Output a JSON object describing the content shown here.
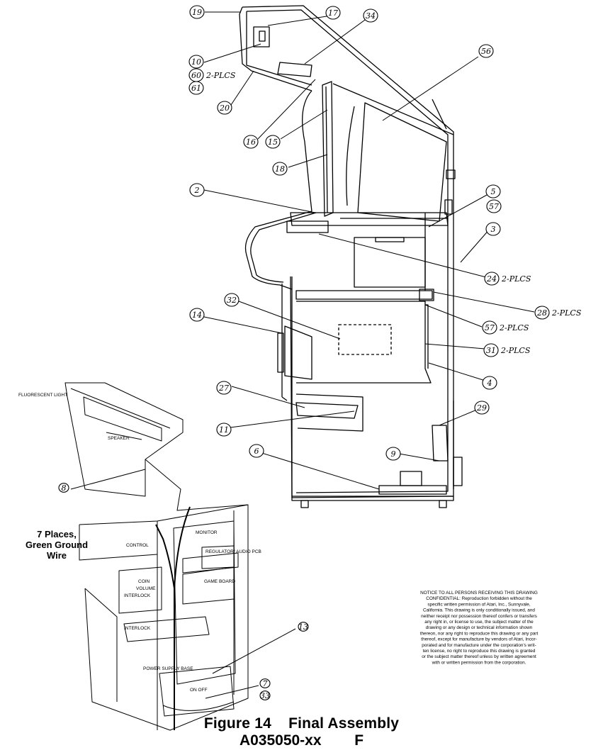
{
  "caption": {
    "line1": "Figure 14    Final Assembly",
    "line2": "A035050-xx        F"
  },
  "callouts": [
    {
      "id": "c19",
      "label": "19"
    },
    {
      "id": "c17",
      "label": "17"
    },
    {
      "id": "c34",
      "label": "34"
    },
    {
      "id": "c56",
      "label": "56"
    },
    {
      "id": "c10",
      "label": "10"
    },
    {
      "id": "c60",
      "label": "60",
      "note": "2-PLCS"
    },
    {
      "id": "c61",
      "label": "61"
    },
    {
      "id": "c20",
      "label": "20"
    },
    {
      "id": "c16",
      "label": "16"
    },
    {
      "id": "c15",
      "label": "15"
    },
    {
      "id": "c18",
      "label": "18"
    },
    {
      "id": "c2",
      "label": "2"
    },
    {
      "id": "c5",
      "label": "5"
    },
    {
      "id": "c57a",
      "label": "57"
    },
    {
      "id": "c3",
      "label": "3"
    },
    {
      "id": "c24",
      "label": "24",
      "note": "2-PLCS"
    },
    {
      "id": "c28",
      "label": "28",
      "note": "2-PLCS"
    },
    {
      "id": "c32",
      "label": "32"
    },
    {
      "id": "c14",
      "label": "14"
    },
    {
      "id": "c57b",
      "label": "57",
      "note": "2-PLCS"
    },
    {
      "id": "c31",
      "label": "31",
      "note": "2-PLCS"
    },
    {
      "id": "c4",
      "label": "4"
    },
    {
      "id": "c27",
      "label": "27"
    },
    {
      "id": "c11",
      "label": "11"
    },
    {
      "id": "c29",
      "label": "29"
    },
    {
      "id": "c6",
      "label": "6"
    },
    {
      "id": "c9",
      "label": "9"
    },
    {
      "id": "c8",
      "label": "8"
    },
    {
      "id": "c13",
      "label": "13"
    },
    {
      "id": "c7",
      "label": "7"
    },
    {
      "id": "c33",
      "label": "33"
    }
  ],
  "ground_wire_label": {
    "line1": "7 Places,",
    "line2": "Green Ground",
    "line3": "Wire"
  },
  "detail_labels": {
    "fluorescent": "FLUORESCENT LIGHT",
    "speaker": "SPEAKER",
    "monitor": "MONITOR",
    "control": "CONTROL",
    "coin": "COIN",
    "volume": "VOLUME",
    "interlock": "INTERLOCK",
    "interlock2": "INTERLOCK",
    "regulator": "REGULATOR/ AUDIO PCB",
    "game_board": "GAME BOARD",
    "power_supply": "POWER SUPPLY BASE",
    "on_off": "ON OFF"
  },
  "notice": {
    "lines": [
      "NOTICE TO ALL PERSONS RECEIVING THIS DRAWING",
      "CONFIDENTIAL: Reproduction forbidden without the",
      "specific written permission of Atari, Inc., Sunnyvale,",
      "California. This drawing is only conditionally issued, and",
      "neither receipt nor possession thereof confers or transfers",
      "any right in, or license to use, the subject matter of the",
      "drawing or any design or technical information shown",
      "thereon, nor any right to reproduce this drawing or any part",
      "thereof, except for manufacture by vendors of Atari, Incor-",
      "porated and for manufacture under the corporation's writ-",
      "ten license, no right to reproduce this drawing is granted",
      "or the subject matter thereof unless by written agreement",
      "with or written permission from the corporation."
    ]
  }
}
